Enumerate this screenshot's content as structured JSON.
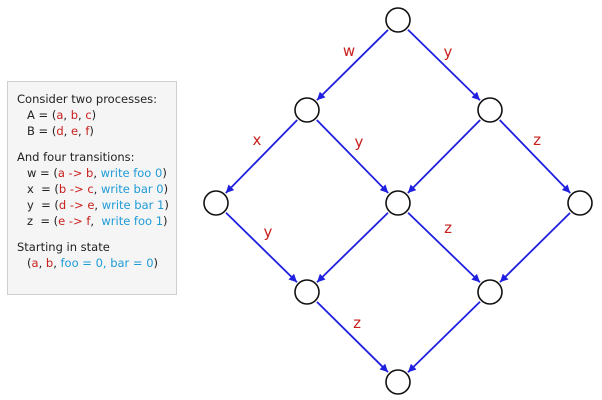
{
  "panel": {
    "heading": "Consider two processes:",
    "processes": [
      {
        "name": "A",
        "states": [
          "a",
          "b",
          "c"
        ]
      },
      {
        "name": "B",
        "states": [
          "d",
          "e",
          "f"
        ]
      }
    ],
    "transitions_heading": "And four transitions:",
    "transitions": [
      {
        "name": "w",
        "from": "a",
        "to": "b",
        "action": "write foo 0"
      },
      {
        "name": "x",
        "from": "b",
        "to": "c",
        "action": "write bar 0"
      },
      {
        "name": "y",
        "from": "d",
        "to": "e",
        "action": "write bar 1"
      },
      {
        "name": "z",
        "from": "e",
        "to": "f",
        "action": "write foo 1"
      }
    ],
    "start_heading": "Starting in state",
    "start_states": [
      "a",
      "b"
    ],
    "start_vars": "foo = 0, bar = 0"
  },
  "diagram": {
    "nodes": [
      "n0",
      "n1",
      "n2",
      "n3",
      "n4",
      "n5",
      "n6",
      "n7",
      "n8"
    ],
    "edges": [
      {
        "from": "n0",
        "to": "n1",
        "label": "w"
      },
      {
        "from": "n0",
        "to": "n2",
        "label": "y"
      },
      {
        "from": "n1",
        "to": "n3",
        "label": "x"
      },
      {
        "from": "n1",
        "to": "n4",
        "label": "y"
      },
      {
        "from": "n2",
        "to": "n4",
        "label": ""
      },
      {
        "from": "n2",
        "to": "n5",
        "label": "z"
      },
      {
        "from": "n3",
        "to": "n6",
        "label": "y"
      },
      {
        "from": "n4",
        "to": "n6",
        "label": ""
      },
      {
        "from": "n4",
        "to": "n7",
        "label": "z"
      },
      {
        "from": "n5",
        "to": "n7",
        "label": ""
      },
      {
        "from": "n6",
        "to": "n8",
        "label": "z"
      },
      {
        "from": "n7",
        "to": "n8",
        "label": ""
      }
    ],
    "colors": {
      "edge": "#1f1fe0",
      "label": "#c8201e",
      "node_stroke": "#111111"
    }
  }
}
